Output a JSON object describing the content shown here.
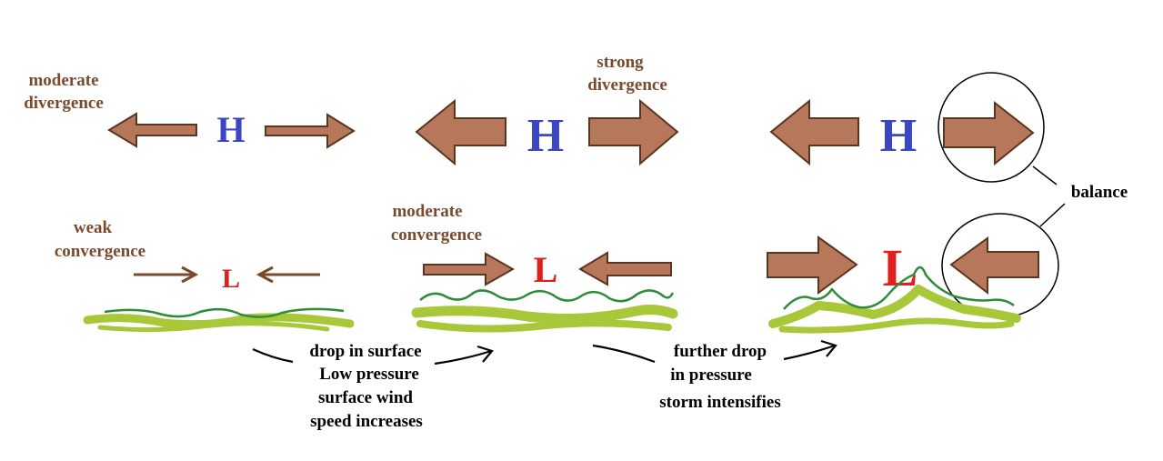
{
  "upper_labels": {
    "stage1": [
      "moderate",
      "divergence"
    ],
    "stage2": [
      "strong",
      "divergence"
    ],
    "balance": "balance"
  },
  "lower_labels": {
    "stage1": [
      "weak",
      "convergence"
    ],
    "stage2": [
      "moderate",
      "convergence"
    ]
  },
  "high_symbol": "H",
  "low_symbol": "L",
  "transition_notes": {
    "first": [
      "drop in surface",
      "Low pressure",
      "surface wind",
      "speed increases"
    ],
    "second": [
      "further drop",
      "in pressure",
      "storm intensifies"
    ]
  },
  "colors": {
    "arrow_fill": "#b7775a",
    "arrow_outline": "#5a3520",
    "high": "#3c45c4",
    "low": "#e0201c",
    "label_brown": "#7a4a2c",
    "ground": "#a8c83a",
    "surface_line": "#2c8c3a"
  }
}
